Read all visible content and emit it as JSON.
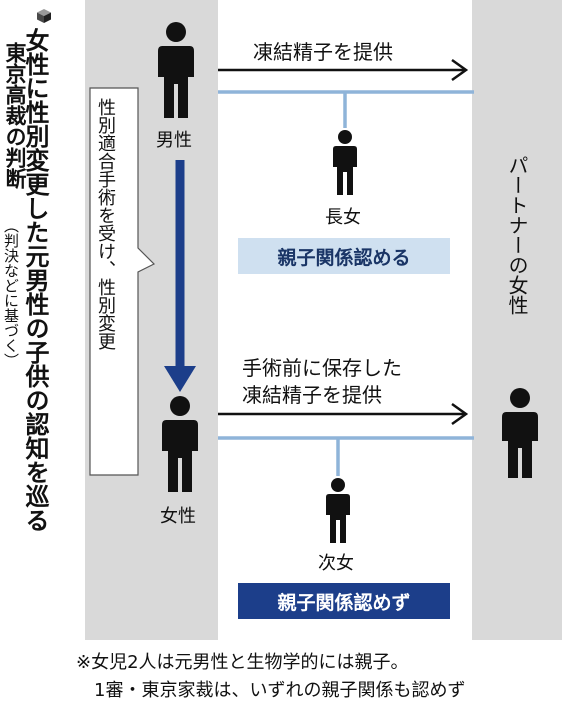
{
  "title": {
    "main": "女性に性別変更した元男性の子供の認知を巡る",
    "sub": "東京高裁の判断",
    "note": "（判決などに基づく）"
  },
  "callout": {
    "text": "性別適合手術を受け、性別変更"
  },
  "people": {
    "male": "男性",
    "female": "女性",
    "elder_daughter": "長女",
    "younger_daughter": "次女",
    "partner": "パートナーの女性"
  },
  "transfers": {
    "first": "凍結精子を提供",
    "second_line1": "手術前に保存した",
    "second_line2": "凍結精子を提供"
  },
  "rulings": {
    "first": "親子関係認める",
    "second": "親子関係認めず"
  },
  "footnote": {
    "line1": "※女児2人は元男性と生物学的には親子。",
    "line2": "1審・東京家裁は、いずれの親子関係も認めず"
  },
  "colors": {
    "column_gray": "#d9d9d9",
    "accent_blue": "#8fb4d9",
    "dark_blue": "#1c3e8a",
    "light_blue_badge": "#cfe0f0"
  }
}
